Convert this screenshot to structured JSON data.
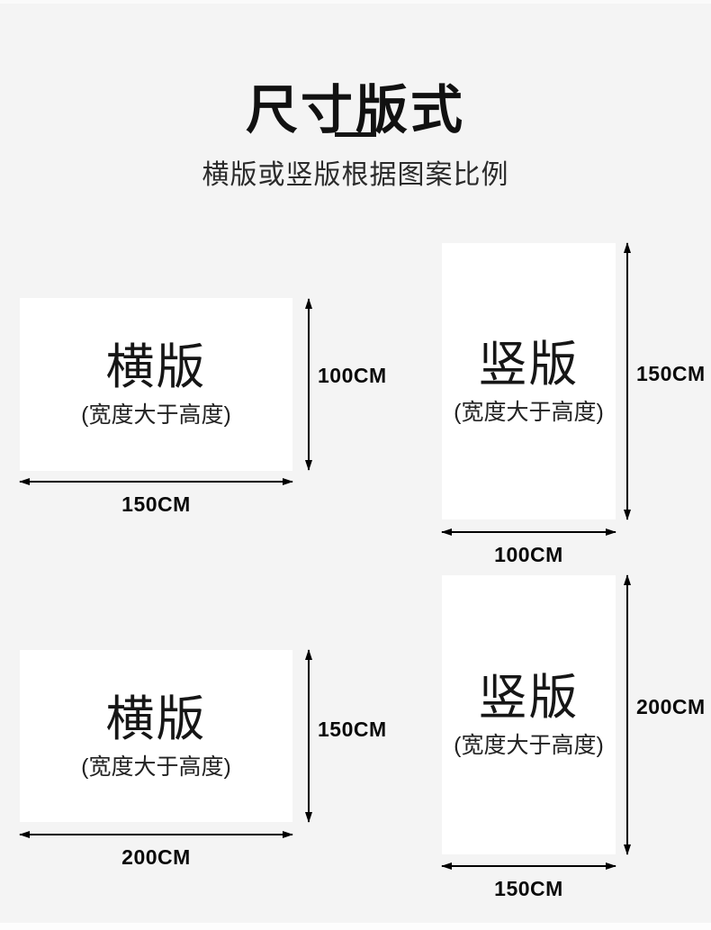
{
  "page": {
    "background_color": "#f4f4f4",
    "panel_color": "#ffffff",
    "text_color": "#111111",
    "arrow_color": "#000000"
  },
  "header": {
    "title": "尺寸版式",
    "subtitle": "横版或竖版根据图案比例"
  },
  "panels": [
    {
      "orientation_label": "横版",
      "note": "(宽度大于高度)",
      "width_label": "150CM",
      "height_label": "100CM"
    },
    {
      "orientation_label": "竖版",
      "note": "(宽度大于高度)",
      "width_label": "100CM",
      "height_label": "150CM"
    },
    {
      "orientation_label": "横版",
      "note": "(宽度大于高度)",
      "width_label": "200CM",
      "height_label": "150CM"
    },
    {
      "orientation_label": "竖版",
      "note": "(宽度大于高度)",
      "width_label": "150CM",
      "height_label": "200CM"
    }
  ]
}
